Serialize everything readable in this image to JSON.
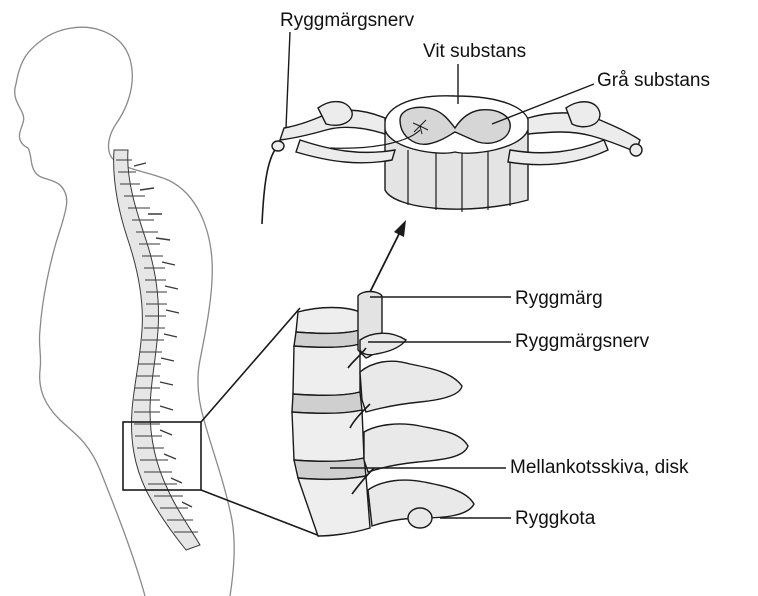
{
  "labels": {
    "spinal_nerve_top": "Ryggmärgsnerv",
    "white_matter": "Vit substans",
    "gray_matter": "Grå substans",
    "spinal_cord": "Ryggmärg",
    "spinal_nerve": "Ryggmärgsnerv",
    "intervertebral_disc": "Mellankotsskiva, disk",
    "vertebra": "Ryggkota"
  },
  "colors": {
    "line": "#1a1a1a",
    "outline": "#8a8a8a",
    "bone": "#e9e9e9",
    "bone_shadow": "#b5b5b5",
    "gray_matter": "#d6d6d6",
    "white_matter": "#ffffff"
  }
}
